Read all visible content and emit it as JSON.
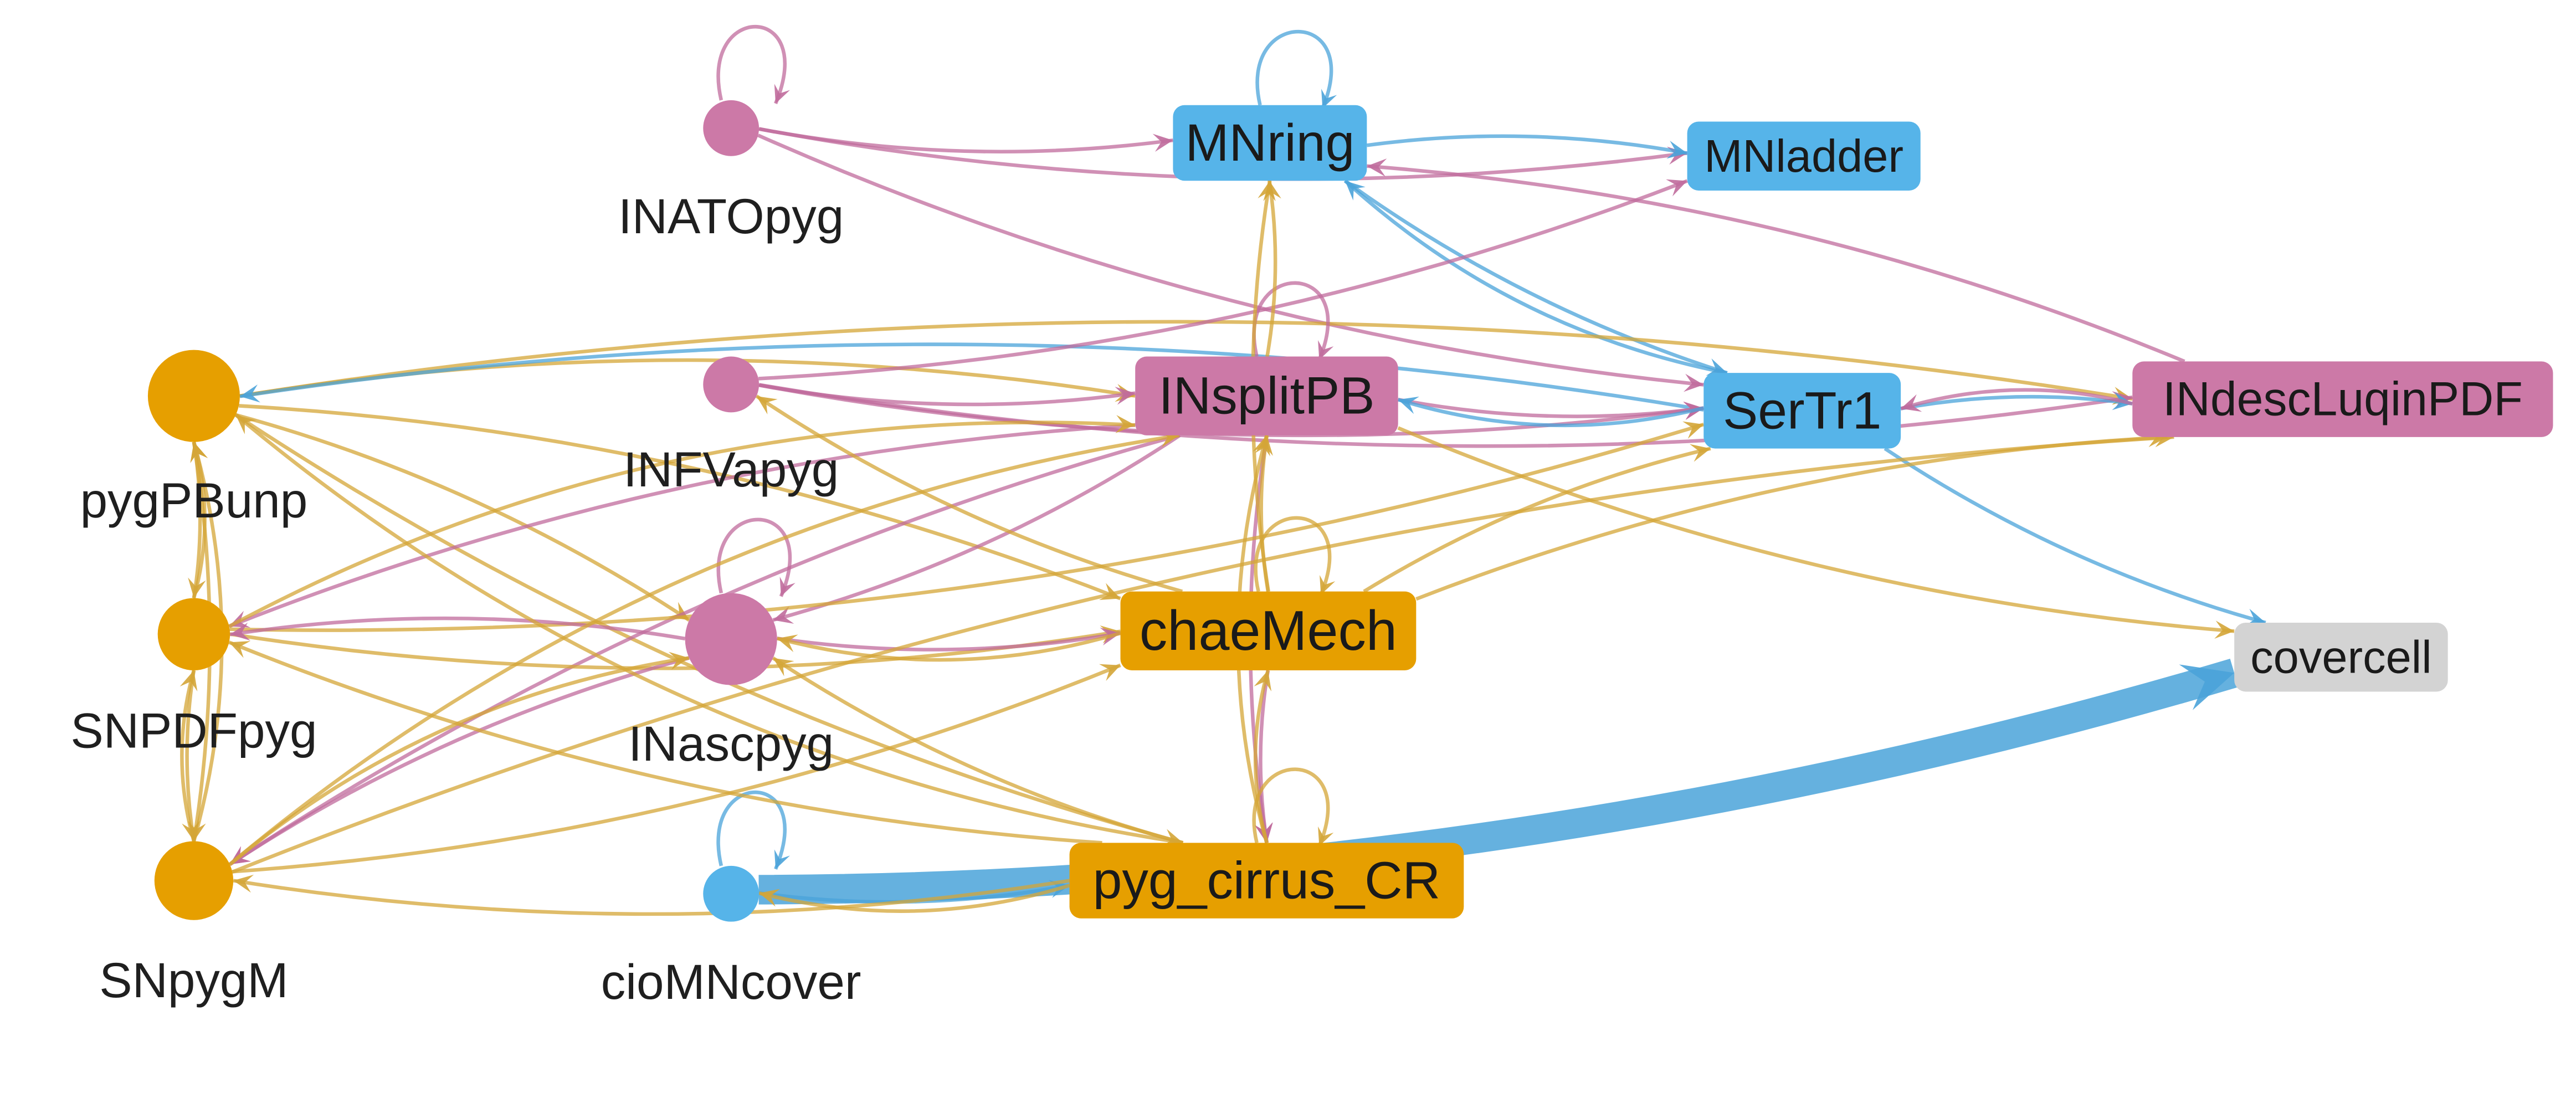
{
  "colors": {
    "orange": "#E69F00",
    "pink": "#CC79A7",
    "blue": "#56B4E9",
    "grey": "#D3D3D3",
    "edge_orange": "#D4A537",
    "edge_pink": "#C06B9C",
    "edge_blue": "#4AA3D9"
  },
  "nodes": [
    {
      "id": "INATOpyg",
      "label": "INATOpyg",
      "type": "interneuron",
      "group": "pink"
    },
    {
      "id": "MNring",
      "label": "MNring",
      "type": "motorneuron",
      "group": "blue"
    },
    {
      "id": "MNladder",
      "label": "MNladder",
      "type": "motorneuron",
      "group": "blue"
    },
    {
      "id": "pygPBunp",
      "label": "pygPBunp",
      "type": "sensory",
      "group": "orange"
    },
    {
      "id": "INFVapyg",
      "label": "INFVapyg",
      "type": "interneuron",
      "group": "pink"
    },
    {
      "id": "INsplitPB",
      "label": "INsplitPB",
      "type": "interneuron",
      "group": "pink"
    },
    {
      "id": "SerTr1",
      "label": "SerTr1",
      "type": "motorneuron",
      "group": "blue"
    },
    {
      "id": "INdescLuqinPDF",
      "label": "INdescLuqinPDF",
      "type": "interneuron",
      "group": "pink"
    },
    {
      "id": "SNPDFpyg",
      "label": "SNPDFpyg",
      "type": "sensory",
      "group": "orange"
    },
    {
      "id": "INascpyg",
      "label": "INascpyg",
      "type": "interneuron",
      "group": "pink"
    },
    {
      "id": "chaeMech",
      "label": "chaeMech",
      "type": "sensory",
      "group": "orange"
    },
    {
      "id": "covercell",
      "label": "covercell",
      "type": "effector",
      "group": "grey"
    },
    {
      "id": "SNpygM",
      "label": "SNpygM",
      "type": "sensory",
      "group": "orange"
    },
    {
      "id": "cioMNcover",
      "label": "cioMNcover",
      "type": "motorneuron",
      "group": "blue"
    },
    {
      "id": "pyg_cirrus_CR",
      "label": "pyg_cirrus_CR",
      "type": "sensory",
      "group": "orange"
    }
  ],
  "edges": [
    {
      "from": "INATOpyg",
      "to": "INATOpyg",
      "color": "pink",
      "weight": 1
    },
    {
      "from": "INATOpyg",
      "to": "MNring",
      "color": "pink",
      "weight": 1
    },
    {
      "from": "INATOpyg",
      "to": "MNladder",
      "color": "pink",
      "weight": 1
    },
    {
      "from": "INATOpyg",
      "to": "SerTr1",
      "color": "pink",
      "weight": 1
    },
    {
      "from": "MNring",
      "to": "MNring",
      "color": "blue",
      "weight": 1
    },
    {
      "from": "MNring",
      "to": "MNladder",
      "color": "blue",
      "weight": 1
    },
    {
      "from": "MNring",
      "to": "SerTr1",
      "color": "blue",
      "weight": 1
    },
    {
      "from": "SerTr1",
      "to": "MNring",
      "color": "blue",
      "weight": 1
    },
    {
      "from": "pygPBunp",
      "to": "INdescLuqinPDF",
      "color": "orange",
      "weight": 1
    },
    {
      "from": "pygPBunp",
      "to": "INsplitPB",
      "color": "orange",
      "weight": 1
    },
    {
      "from": "pygPBunp",
      "to": "SNPDFpyg",
      "color": "orange",
      "weight": 1
    },
    {
      "from": "pygPBunp",
      "to": "SNpygM",
      "color": "orange",
      "weight": 1
    },
    {
      "from": "pygPBunp",
      "to": "chaeMech",
      "color": "orange",
      "weight": 1
    },
    {
      "from": "pygPBunp",
      "to": "pyg_cirrus_CR",
      "color": "orange",
      "weight": 1
    },
    {
      "from": "pygPBunp",
      "to": "INascpyg",
      "color": "orange",
      "weight": 1
    },
    {
      "from": "SerTr1",
      "to": "pygPBunp",
      "color": "blue",
      "weight": 1
    },
    {
      "from": "INFVapyg",
      "to": "MNladder",
      "color": "pink",
      "weight": 1
    },
    {
      "from": "INFVapyg",
      "to": "INsplitPB",
      "color": "pink",
      "weight": 1
    },
    {
      "from": "INFVapyg",
      "to": "SerTr1",
      "color": "pink",
      "weight": 1
    },
    {
      "from": "INFVapyg",
      "to": "INdescLuqinPDF",
      "color": "pink",
      "weight": 1
    },
    {
      "from": "INsplitPB",
      "to": "INsplitPB",
      "color": "pink",
      "weight": 1
    },
    {
      "from": "INsplitPB",
      "to": "SerTr1",
      "color": "pink",
      "weight": 1
    },
    {
      "from": "INsplitPB",
      "to": "SNPDFpyg",
      "color": "pink",
      "weight": 1
    },
    {
      "from": "INsplitPB",
      "to": "SNpygM",
      "color": "pink",
      "weight": 1
    },
    {
      "from": "INsplitPB",
      "to": "INascpyg",
      "color": "pink",
      "weight": 1
    },
    {
      "from": "INsplitPB",
      "to": "pyg_cirrus_CR",
      "color": "pink",
      "weight": 1
    },
    {
      "from": "INsplitPB",
      "to": "covercell",
      "color": "orange",
      "weight": 1
    },
    {
      "from": "INsplitPB",
      "to": "MNring",
      "color": "orange",
      "weight": 1
    },
    {
      "from": "SerTr1",
      "to": "INdescLuqinPDF",
      "color": "blue",
      "weight": 1
    },
    {
      "from": "SerTr1",
      "to": "covercell",
      "color": "blue",
      "weight": 1
    },
    {
      "from": "SerTr1",
      "to": "INsplitPB",
      "color": "blue",
      "weight": 1
    },
    {
      "from": "INdescLuqinPDF",
      "to": "SerTr1",
      "color": "pink",
      "weight": 1
    },
    {
      "from": "INdescLuqinPDF",
      "to": "MNring",
      "color": "pink",
      "weight": 1
    },
    {
      "from": "SNPDFpyg",
      "to": "SNpygM",
      "color": "orange",
      "weight": 1
    },
    {
      "from": "SNPDFpyg",
      "to": "INsplitPB",
      "color": "orange",
      "weight": 1
    },
    {
      "from": "SNPDFpyg",
      "to": "chaeMech",
      "color": "orange",
      "weight": 1
    },
    {
      "from": "SNPDFpyg",
      "to": "SerTr1",
      "color": "orange",
      "weight": 1
    },
    {
      "from": "SNPDFpyg",
      "to": "pygPBunp",
      "color": "orange",
      "weight": 1
    },
    {
      "from": "INascpyg",
      "to": "INascpyg",
      "color": "pink",
      "weight": 1
    },
    {
      "from": "INascpyg",
      "to": "SNPDFpyg",
      "color": "pink",
      "weight": 1
    },
    {
      "from": "INascpyg",
      "to": "SNpygM",
      "color": "pink",
      "weight": 1
    },
    {
      "from": "INascpyg",
      "to": "chaeMech",
      "color": "pink",
      "weight": 1
    },
    {
      "from": "chaeMech",
      "to": "chaeMech",
      "color": "orange",
      "weight": 1
    },
    {
      "from": "chaeMech",
      "to": "INsplitPB",
      "color": "orange",
      "weight": 1
    },
    {
      "from": "chaeMech",
      "to": "INascpyg",
      "color": "orange",
      "weight": 1
    },
    {
      "from": "chaeMech",
      "to": "SerTr1",
      "color": "orange",
      "weight": 1
    },
    {
      "from": "chaeMech",
      "to": "INdescLuqinPDF",
      "color": "orange",
      "weight": 1
    },
    {
      "from": "chaeMech",
      "to": "INFVapyg",
      "color": "orange",
      "weight": 1
    },
    {
      "from": "chaeMech",
      "to": "pyg_cirrus_CR",
      "color": "pink",
      "weight": 1
    },
    {
      "from": "chaeMech",
      "to": "MNring",
      "color": "orange",
      "weight": 1
    },
    {
      "from": "SNpygM",
      "to": "INsplitPB",
      "color": "orange",
      "weight": 1
    },
    {
      "from": "SNpygM",
      "to": "SNPDFpyg",
      "color": "orange",
      "weight": 1
    },
    {
      "from": "SNpygM",
      "to": "chaeMech",
      "color": "orange",
      "weight": 1
    },
    {
      "from": "SNpygM",
      "to": "INascpyg",
      "color": "orange",
      "weight": 1
    },
    {
      "from": "SNpygM",
      "to": "INdescLuqinPDF",
      "color": "orange",
      "weight": 1
    },
    {
      "from": "SNpygM",
      "to": "pygPBunp",
      "color": "orange",
      "weight": 1
    },
    {
      "from": "cioMNcover",
      "to": "cioMNcover",
      "color": "blue",
      "weight": 1
    },
    {
      "from": "cioMNcover",
      "to": "covercell",
      "color": "blue",
      "weight": 10
    },
    {
      "from": "cioMNcover",
      "to": "pyg_cirrus_CR",
      "color": "blue",
      "weight": 1
    },
    {
      "from": "pyg_cirrus_CR",
      "to": "pyg_cirrus_CR",
      "color": "orange",
      "weight": 1
    },
    {
      "from": "pyg_cirrus_CR",
      "to": "chaeMech",
      "color": "orange",
      "weight": 1
    },
    {
      "from": "pyg_cirrus_CR",
      "to": "SNpygM",
      "color": "orange",
      "weight": 1
    },
    {
      "from": "pyg_cirrus_CR",
      "to": "cioMNcover",
      "color": "orange",
      "weight": 1
    },
    {
      "from": "pyg_cirrus_CR",
      "to": "INascpyg",
      "color": "orange",
      "weight": 1
    },
    {
      "from": "pyg_cirrus_CR",
      "to": "SNPDFpyg",
      "color": "orange",
      "weight": 1
    },
    {
      "from": "pyg_cirrus_CR",
      "to": "INsplitPB",
      "color": "orange",
      "weight": 1
    },
    {
      "from": "pyg_cirrus_CR",
      "to": "pygPBunp",
      "color": "orange",
      "weight": 1
    }
  ]
}
